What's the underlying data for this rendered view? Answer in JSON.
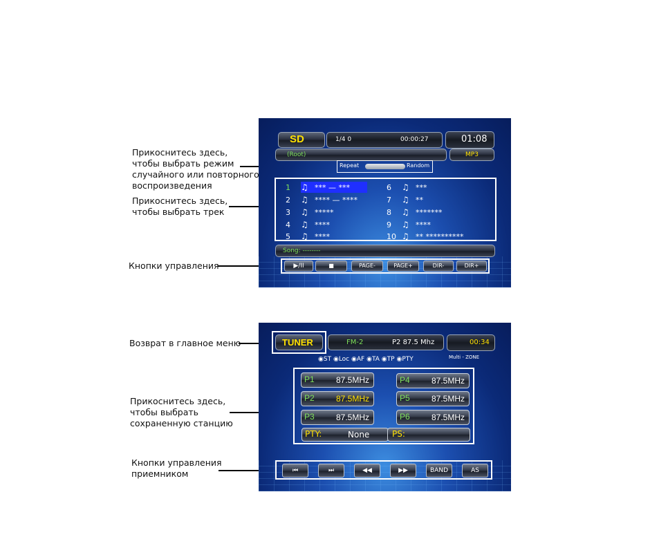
{
  "annotations": {
    "mode": [
      "Прикоснитесь здесь,",
      "чтобы выбрать режим",
      "случайного или повторного",
      "воспроизведения"
    ],
    "track": [
      "Прикоснитесь здесь,",
      "чтобы выбрать трек"
    ],
    "controls": [
      "Кнопки управления"
    ],
    "main_menu": [
      "Возврат в главное меню"
    ],
    "station": [
      "Прикоснитесь здесь,",
      "чтобы выбрать",
      "сохраненную станцию"
    ],
    "tuner_controls": [
      "Кнопки управления",
      "приемником"
    ]
  },
  "sd_screen": {
    "source": "SD",
    "track_count": "1/4 0",
    "elapsed": "00:00:27",
    "clock": "01:08",
    "folder": "(Root)",
    "format": "MP3",
    "repeat_label": "Repeat",
    "random_label": "Random",
    "tracks_left": [
      {
        "num": "1",
        "name": "*** — ***"
      },
      {
        "num": "2",
        "name": "**** — ****"
      },
      {
        "num": "3",
        "name": "*****"
      },
      {
        "num": "4",
        "name": "****"
      },
      {
        "num": "5",
        "name": "****"
      }
    ],
    "tracks_right": [
      {
        "num": "6",
        "name": "***"
      },
      {
        "num": "7",
        "name": "**"
      },
      {
        "num": "8",
        "name": "*******"
      },
      {
        "num": "9",
        "name": "****"
      },
      {
        "num": "10",
        "name": "**   **********"
      }
    ],
    "song": "Song: --------",
    "buttons": [
      "▶/II",
      "■",
      "PAGE-",
      "PAGE+",
      "DIR-",
      "DIR+"
    ]
  },
  "tuner_screen": {
    "source": "TUNER",
    "band": "FM-2",
    "current": "P2  87.5 Mhz",
    "clock": "00:34",
    "flags": [
      "ST",
      "Loc",
      "AF",
      "TA",
      "TP",
      "PTY"
    ],
    "multizone": "Multi - ZONE",
    "presets_left": [
      {
        "label": "P1",
        "freq": "87.5MHz"
      },
      {
        "label": "P2",
        "freq": "87.5MHz"
      },
      {
        "label": "P3",
        "freq": "87.5MHz"
      }
    ],
    "presets_right": [
      {
        "label": "P4",
        "freq": "87.5MHz"
      },
      {
        "label": "P5",
        "freq": "87.5MHz"
      },
      {
        "label": "P6",
        "freq": "87.5MHz"
      }
    ],
    "pty_label": "PTY:",
    "pty_value": "None",
    "ps_label": "PS:",
    "buttons": [
      "⏮",
      "⏭",
      "◀◀",
      "▶▶",
      "BAND",
      "AS"
    ]
  },
  "colors": {
    "accent_yellow": "#ffe000",
    "accent_green": "#7fe05a",
    "highlight_blue": "#1f2fff"
  }
}
